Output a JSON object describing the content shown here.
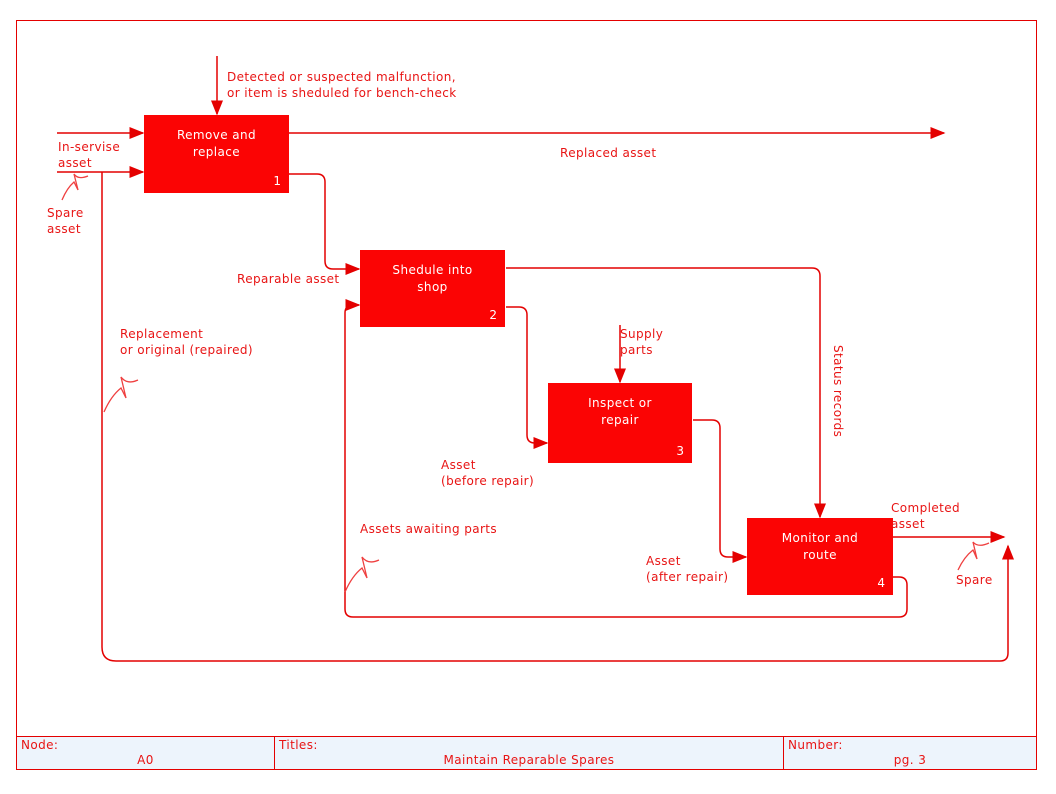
{
  "colors": {
    "accent_red": "#e40000",
    "label_red": "#e81414",
    "box_fill": "#fb0404",
    "box_text": "#ffffff",
    "titlebar_bg": "#edf4fc"
  },
  "boxes": [
    {
      "line1": "Remove and",
      "line2": "replace",
      "number": "1"
    },
    {
      "line1": "Shedule into",
      "line2": "shop",
      "number": "2"
    },
    {
      "line1": "Inspect or",
      "line2": "repair",
      "number": "3"
    },
    {
      "line1": "Monitor and",
      "line2": "route",
      "number": "4"
    }
  ],
  "labels": {
    "control1": "Detected or suspected malfunction,",
    "control2": "or item is sheduled for bench-check",
    "in_service1": "In-servise",
    "in_service2": "asset",
    "spare_in1": "Spare",
    "spare_in2": "asset",
    "replaced": "Replaced asset",
    "reparable": "Reparable asset",
    "replacement1": "Replacement",
    "replacement2": "or original (repaired)",
    "supply1": "Supply",
    "supply2": "parts",
    "status": "Status records",
    "before1": "Asset",
    "before2": "(before repair)",
    "awaiting": "Assets awaiting parts",
    "after1": "Asset",
    "after2": "(after repair)",
    "completed1": "Completed",
    "completed2": "asset",
    "spare_out": "Spare"
  },
  "title_bar": {
    "node_label": "Node:",
    "node_value": "A0",
    "titles_label": "Titles:",
    "titles_value": "Maintain Reparable Spares",
    "number_label": "Number:",
    "number_value": "pg. 3"
  }
}
